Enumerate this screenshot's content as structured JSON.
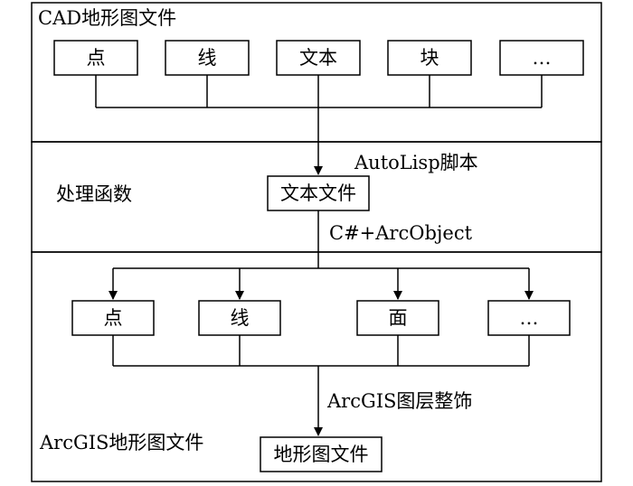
{
  "sections": {
    "cad": {
      "title": "CAD地形图文件",
      "items": [
        "点",
        "线",
        "文本",
        "块",
        "…"
      ]
    },
    "processing": {
      "title": "处理函数",
      "autolisp_label": "AutoLisp脚本",
      "text_file_box": "文本文件",
      "csharp_label": "C#+ArcObject"
    },
    "arcgis": {
      "items": [
        "点",
        "线",
        "面",
        "…"
      ],
      "decorate_label": "ArcGIS图层整饰",
      "title": "ArcGIS地形图文件",
      "output_box": "地形图文件"
    }
  },
  "colors": {
    "stroke": "#000000",
    "background": "#ffffff"
  }
}
